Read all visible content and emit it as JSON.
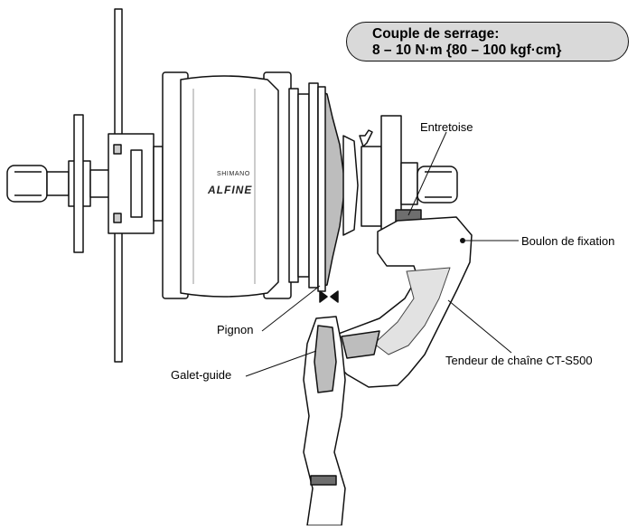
{
  "torque": {
    "line1": "Couple de serrage:",
    "line2": "8 – 10 N·m {80 – 100 kgf·cm}"
  },
  "labels": {
    "entretoise": "Entretoise",
    "boulon": "Boulon de fixation",
    "tendeur": "Tendeur de chaîne CT-S500",
    "pignon": "Pignon",
    "galet": "Galet-guide"
  },
  "hub_branding": {
    "maker": "SHIMANO",
    "model": "ALFINE"
  },
  "colors": {
    "outline": "#111111",
    "hub_fill": "#ffffff",
    "shade": "#bdbdbd",
    "dark_shade": "#8a8a8a",
    "box_fill": "#d9d9d9"
  }
}
